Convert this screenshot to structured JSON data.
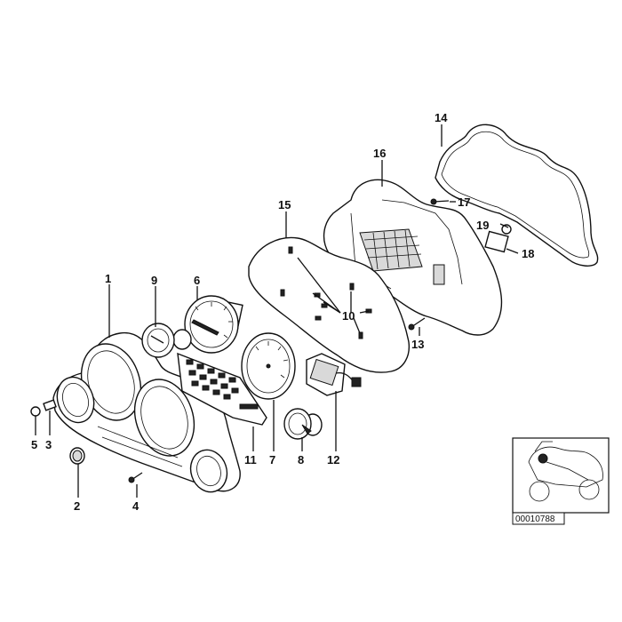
{
  "diagram": {
    "callouts": {
      "c1": "1",
      "c2": "2",
      "c3": "3",
      "c4": "4",
      "c5": "5",
      "c6": "6",
      "c7": "7",
      "c8": "8",
      "c9": "9",
      "c10": "10",
      "c11": "11",
      "c12": "12",
      "c13": "13",
      "c14": "14",
      "c15": "15",
      "c16": "16",
      "c17": "17",
      "c18": "18",
      "c19": "19"
    },
    "reference_box": {
      "code": "00010788"
    }
  }
}
